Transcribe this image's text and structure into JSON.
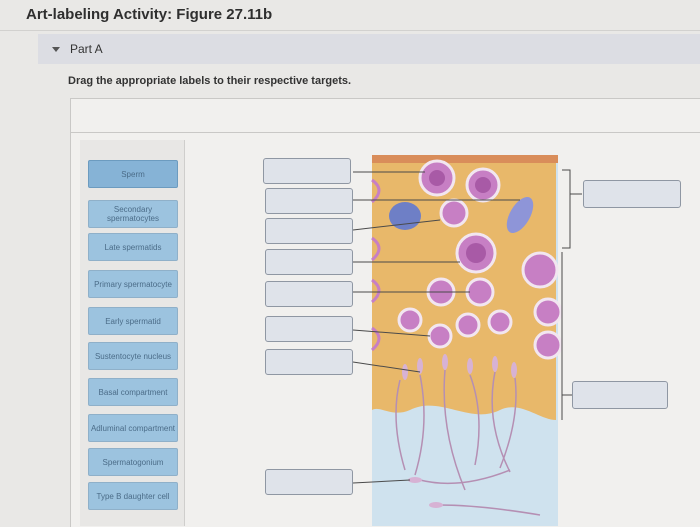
{
  "header": {
    "title": "Art-labeling Activity: Figure 27.11b"
  },
  "part": {
    "label": "Part A"
  },
  "instruction": "Drag the appropriate labels to their respective targets.",
  "labels": [
    {
      "text": "Sperm"
    },
    {
      "text": "Secondary spermatocytes"
    },
    {
      "text": "Late spermatids"
    },
    {
      "text": "Primary spermatocyte"
    },
    {
      "text": "Early spermatid"
    },
    {
      "text": "Sustentocyte nucleus"
    },
    {
      "text": "Basal compartment"
    },
    {
      "text": "Adluminal compartment"
    },
    {
      "text": "Spermatogonium"
    },
    {
      "text": "Type B daughter cell"
    }
  ],
  "colors": {
    "label_fill": "#9cc3df",
    "target_fill": "#dfe3ea",
    "tissue": "#e8b86a",
    "cell": "#c77fc4"
  }
}
